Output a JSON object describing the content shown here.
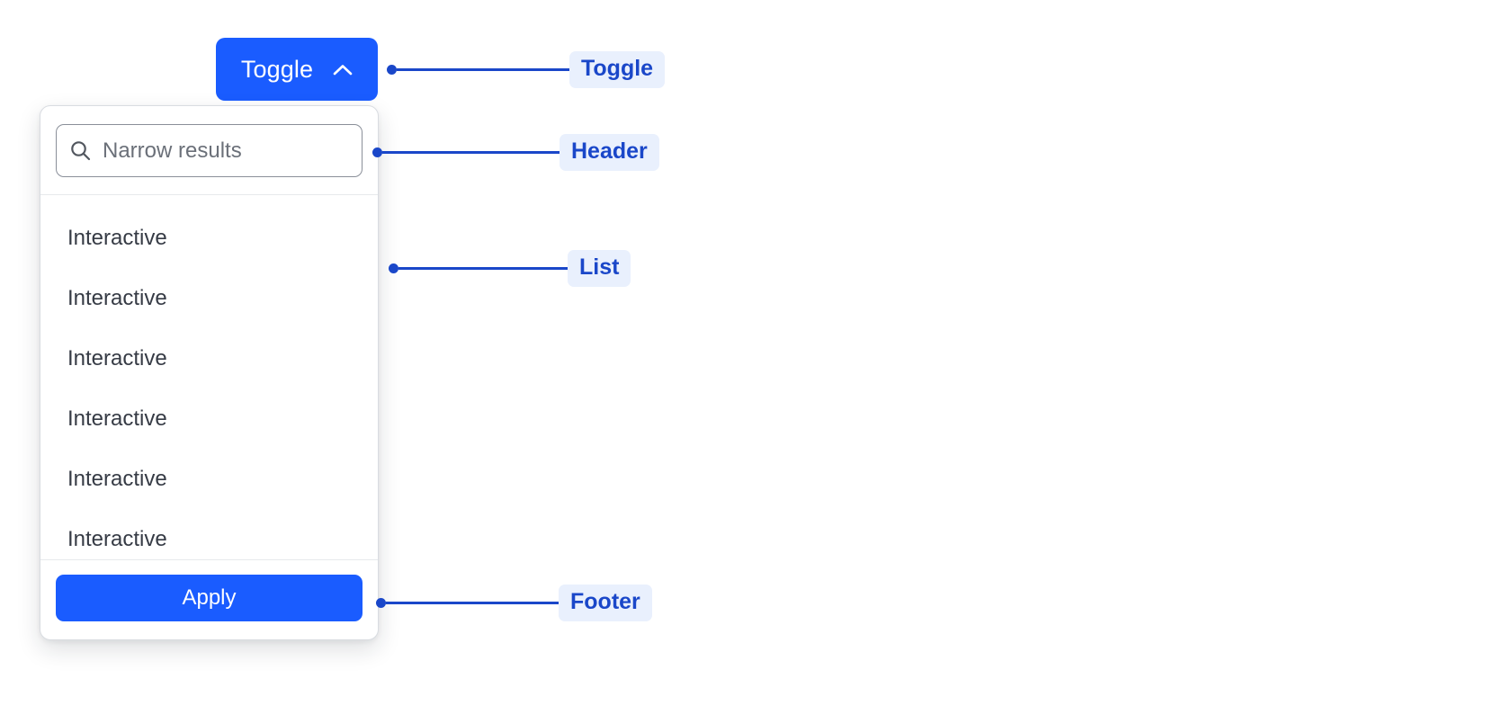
{
  "toggle": {
    "label": "Toggle",
    "icon": "chevron-up-icon",
    "expanded": true,
    "bg_color": "#1a5cff",
    "text_color": "#ffffff"
  },
  "panel": {
    "header": {
      "search": {
        "icon": "search-icon",
        "placeholder": "Narrow results",
        "value": ""
      }
    },
    "list": {
      "items": [
        {
          "label": "Interactive"
        },
        {
          "label": "Interactive"
        },
        {
          "label": "Interactive"
        },
        {
          "label": "Interactive"
        },
        {
          "label": "Interactive"
        },
        {
          "label": "Interactive"
        }
      ]
    },
    "footer": {
      "apply_label": "Apply",
      "apply_bg_color": "#1a5cff"
    }
  },
  "annotations": [
    {
      "label": "Toggle"
    },
    {
      "label": "Header"
    },
    {
      "label": "List"
    },
    {
      "label": "Footer"
    }
  ],
  "colors": {
    "accent": "#1a5cff",
    "annotation_text": "#1a47c9",
    "annotation_bg": "#e9f0fd",
    "panel_border": "#d9dce1",
    "list_text": "#363b45",
    "placeholder_text": "#6b7079",
    "page_bg": "#ffffff"
  }
}
